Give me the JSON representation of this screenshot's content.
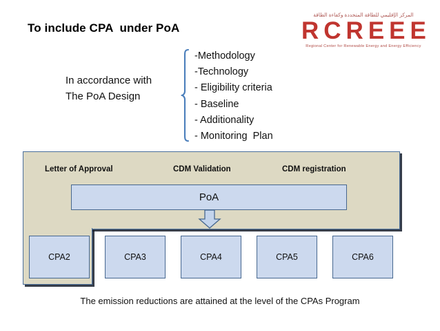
{
  "slide": {
    "title": "To include CPA  under PoA",
    "caption": "The emission reductions are attained at the level of the CPAs Program"
  },
  "logo": {
    "arabic": "المركز الإقليمي للطاقة المتجددة وكفاءة الطاقة",
    "wordmark": "RCREEE",
    "tagline": "Regional Center for Renewable Energy and Energy Efficiency",
    "color": "#c0352f"
  },
  "accordance": {
    "text": "In accordance with\nThe PoA Design"
  },
  "criteria": {
    "items": [
      "-Methodology",
      "-Technology",
      "- Eligibility criteria",
      "- Baseline",
      "- Additionality",
      "- Monitoring  Plan"
    ]
  },
  "diagram": {
    "stages": [
      "Letter of Approval",
      "CDM Validation",
      "CDM registration"
    ],
    "poa_label": "PoA",
    "cpa_boxes": [
      "CPA2",
      "CPA3",
      "CPA4",
      "CPA5",
      "CPA6"
    ],
    "colors": {
      "container_fill": "#ddd9c3",
      "container_border": "#4a6f9c",
      "box_fill": "#ccd9ee",
      "box_border": "#46678f"
    }
  }
}
